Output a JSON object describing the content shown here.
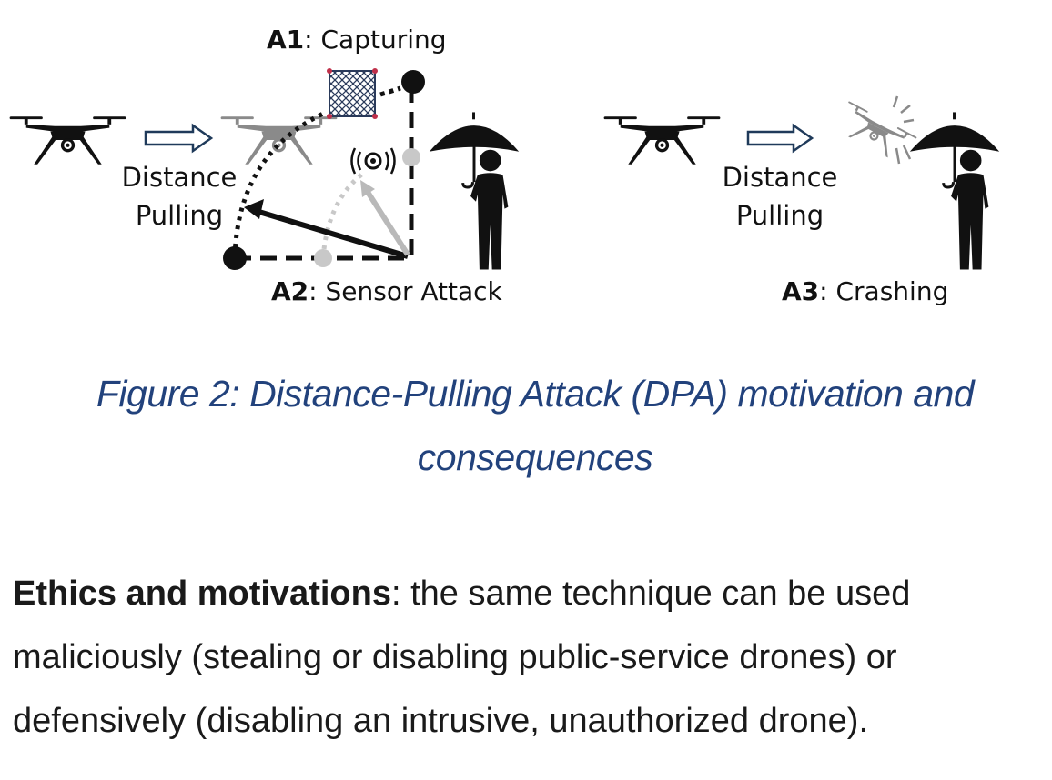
{
  "figure": {
    "labels": {
      "a1_id": "A1",
      "a1_text": ": Capturing",
      "a2_id": "A2",
      "a2_text": ": Sensor Attack",
      "a3_id": "A3",
      "a3_text": ": Crashing",
      "dp_left_line1": "Distance",
      "dp_left_line2": "Pulling",
      "dp_right_line1": "Distance",
      "dp_right_line2": "Pulling"
    },
    "colors": {
      "black": "#111111",
      "gray": "#8a8a8a",
      "lightgray": "#c8c8c8",
      "arrow_outline": "#1f3a5a"
    }
  },
  "caption": {
    "line1": "Figure 2: Distance-Pulling Attack (DPA) motivation and",
    "line2": "consequences"
  },
  "paragraph": {
    "bold_lead": "Ethics and motivations",
    "text": ": the same technique can be used maliciously (stealing or disabling public-service drones) or defensively (disabling an intrusive, unauthorized drone)."
  }
}
